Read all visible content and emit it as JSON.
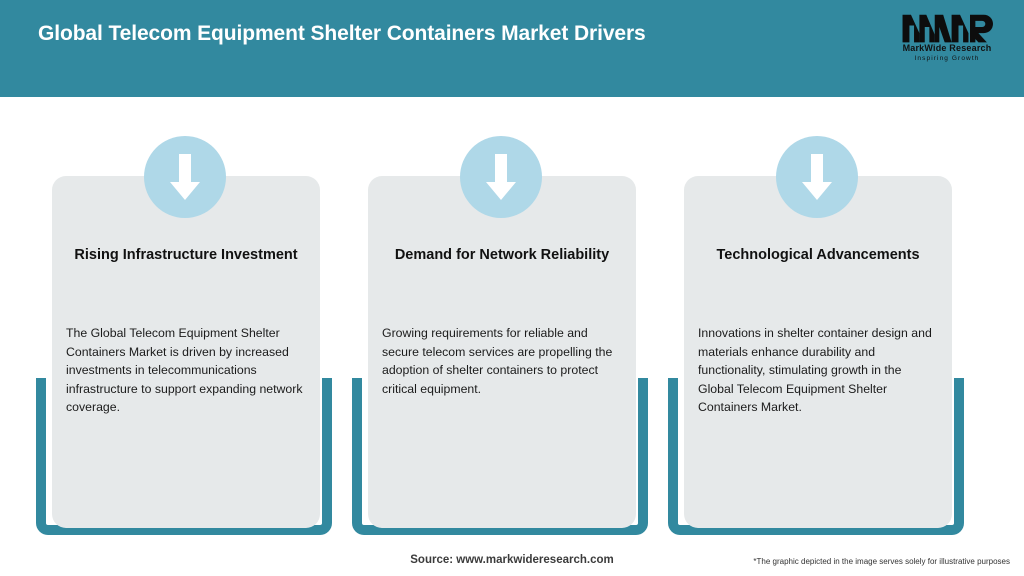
{
  "header": {
    "title": "Global Telecom Equipment Shelter Containers Market Drivers",
    "band_color": "#32899F",
    "title_color": "#FFFFFF"
  },
  "logo": {
    "mark": "MWR",
    "name": "MarkWide Research",
    "tagline": "Inspiring Growth"
  },
  "colors": {
    "teal": "#32899F",
    "light_blue": "#AFD8E8",
    "card_background": "#E6E9EA",
    "page_background": "#FFFFFF",
    "text_dark": "#111111"
  },
  "cards": [
    {
      "icon": "arrow-down-icon",
      "title": "Rising Infrastructure Investment",
      "body": "The Global Telecom Equipment Shelter Containers Market is driven by increased investments in telecommunications infrastructure to support expanding network coverage."
    },
    {
      "icon": "arrow-down-icon",
      "title": "Demand for Network Reliability",
      "body": "Growing requirements for reliable and secure telecom services are propelling the adoption of shelter containers to protect critical equipment."
    },
    {
      "icon": "arrow-down-icon",
      "title": "Technological Advancements",
      "body": "Innovations in shelter container design and materials enhance durability and functionality, stimulating growth in the Global Telecom Equipment Shelter Containers Market."
    }
  ],
  "footer": {
    "source": "Source: www.markwideresearch.com",
    "disclaimer": "*The graphic depicted in the image serves solely for illustrative purposes"
  }
}
